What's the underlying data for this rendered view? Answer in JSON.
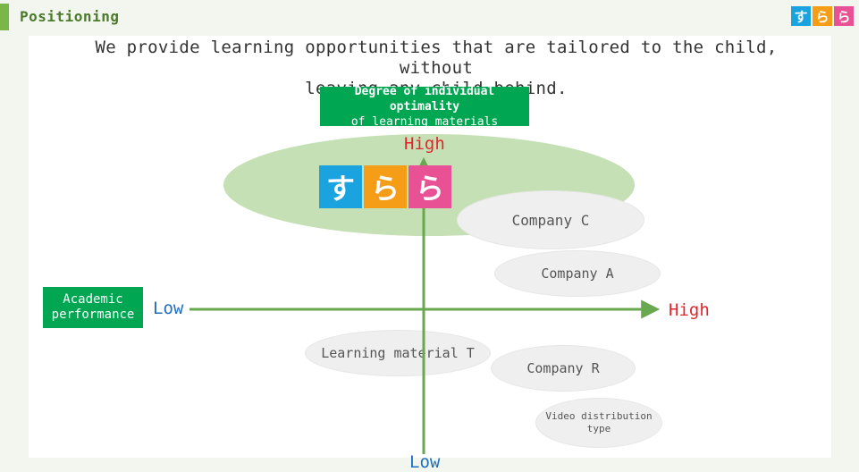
{
  "header": {
    "title": "Positioning"
  },
  "subtitle": {
    "line1": "We provide learning opportunities that are tailored to the child, without",
    "line2": "leaving any child behind."
  },
  "y_axis": {
    "label_line1": "Degree of individual optimality",
    "label_line2": "of learning materials",
    "high": "High",
    "low": "Low"
  },
  "x_axis": {
    "label_line1": "Academic",
    "label_line2": "performance",
    "low": "Low",
    "high": "High"
  },
  "logo": {
    "chars": [
      "す",
      "ら",
      "ら"
    ],
    "colors": [
      "#1aa3de",
      "#f59d16",
      "#e95195"
    ]
  },
  "competitors": {
    "company_c": "Company C",
    "company_a": "Company A",
    "learning_material_t": "Learning material T",
    "company_r": "Company R",
    "video_line1": "Video distribution",
    "video_line2": "type"
  },
  "colors": {
    "accent_green": "#00a651",
    "arrow_green": "#6aa84f",
    "highlight_ellipse": "#c5e0b4",
    "low_blue": "#1f6fc0",
    "high_red": "#e0262d"
  }
}
